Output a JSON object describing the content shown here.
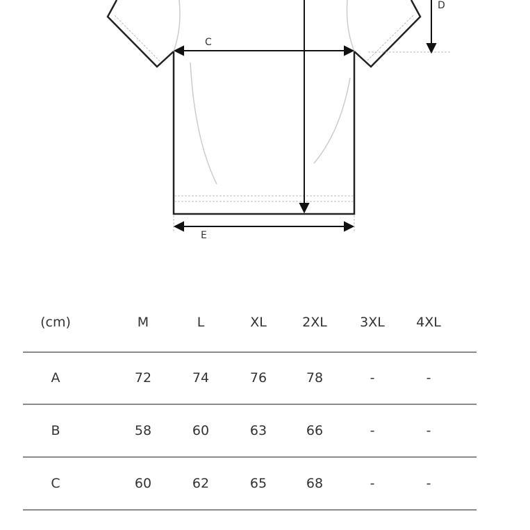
{
  "diagram": {
    "labels": {
      "c": "C",
      "d": "D",
      "e": "E"
    }
  },
  "table": {
    "header": [
      "(cm)",
      "M",
      "L",
      "XL",
      "2XL",
      "3XL",
      "4XL"
    ],
    "rows": [
      [
        "A",
        "72",
        "74",
        "76",
        "78",
        "-",
        "-"
      ],
      [
        "B",
        "58",
        "60",
        "63",
        "66",
        "-",
        "-"
      ],
      [
        "C",
        "60",
        "62",
        "65",
        "68",
        "-",
        "-"
      ]
    ]
  }
}
